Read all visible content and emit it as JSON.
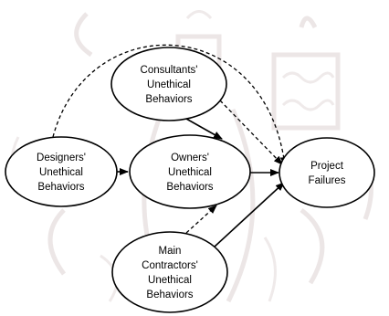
{
  "diagram": {
    "nodes": [
      {
        "id": "consultants",
        "lines": [
          "Consultants'",
          "Unethical",
          "Behaviors"
        ]
      },
      {
        "id": "designers",
        "lines": [
          "Designers'",
          "Unethical",
          "Behaviors"
        ]
      },
      {
        "id": "owners",
        "lines": [
          "Owners'",
          "Unethical",
          "Behaviors"
        ]
      },
      {
        "id": "project",
        "lines": [
          "Project",
          "Failures"
        ]
      },
      {
        "id": "contractors",
        "lines": [
          "Main",
          "Contractors'",
          "Unethical",
          "Behaviors"
        ]
      }
    ],
    "edges": [
      {
        "from": "designers",
        "to": "owners",
        "style": "solid"
      },
      {
        "from": "consultants",
        "to": "owners",
        "style": "solid"
      },
      {
        "from": "contractors",
        "to": "owners",
        "style": "dashed"
      },
      {
        "from": "owners",
        "to": "project",
        "style": "solid"
      },
      {
        "from": "contractors",
        "to": "project",
        "style": "solid"
      },
      {
        "from": "consultants",
        "to": "project",
        "style": "dashed"
      },
      {
        "from": "designers",
        "to": "project",
        "style": "dashed"
      }
    ]
  }
}
